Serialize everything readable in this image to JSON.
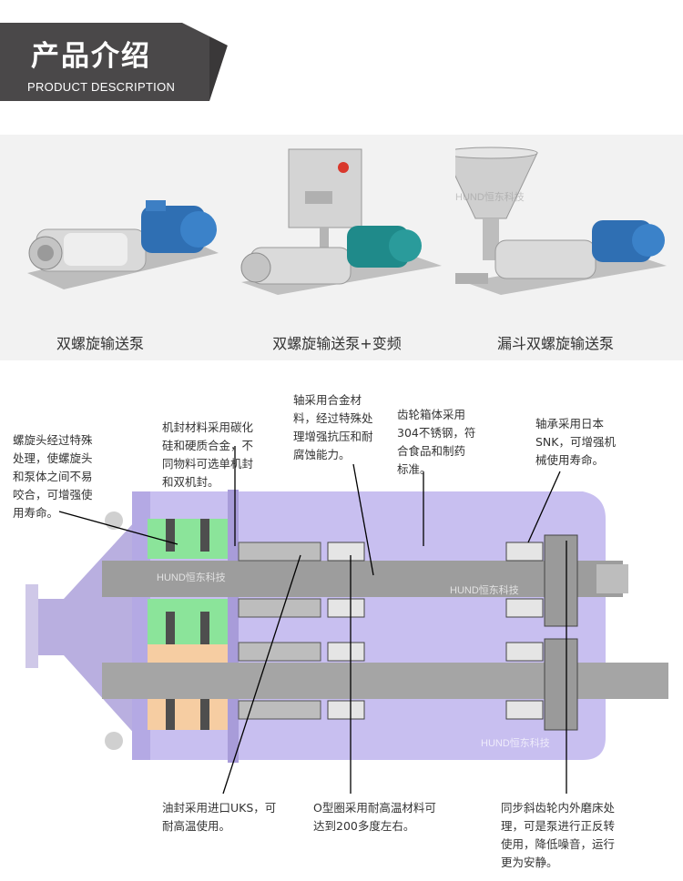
{
  "header": {
    "title": "产品介绍",
    "subtitle": "PRODUCT DESCRIPTION"
  },
  "products": [
    {
      "caption": "双螺旋输送泵"
    },
    {
      "caption": "双螺旋输送泵+变频"
    },
    {
      "caption": "漏斗双螺旋输送泵"
    }
  ],
  "watermark": "HUND恒东科技",
  "notes": {
    "screw_head": [
      "螺旋头经过特殊",
      "处理，使螺旋头",
      "和泵体之间不易",
      "咬合，可增强使",
      "用寿命。"
    ],
    "mech_seal": [
      "机封材料采用碳化",
      "硅和硬质合金，不",
      "同物料可选单机封",
      "和双机封。"
    ],
    "shaft": [
      "轴采用合金材",
      "料，经过特殊处",
      "理增强抗压和耐",
      "腐蚀能力。"
    ],
    "gearbox": [
      "齿轮箱体采用",
      "304不锈钢，符",
      "合食品和制药",
      "标准。"
    ],
    "bearing": [
      "轴承采用日本",
      "SNK，可增强机",
      "械使用寿命。"
    ],
    "oil_seal": [
      "油封采用进口UKS，可",
      "耐高温使用。"
    ],
    "o_ring": [
      "O型圈采用耐高温材料可",
      "达到200多度左右。"
    ],
    "gear": [
      "同步斜齿轮内外磨床处",
      "理，可是泵进行正反转",
      "使用，降低噪音，运行",
      "更为安静。"
    ]
  }
}
